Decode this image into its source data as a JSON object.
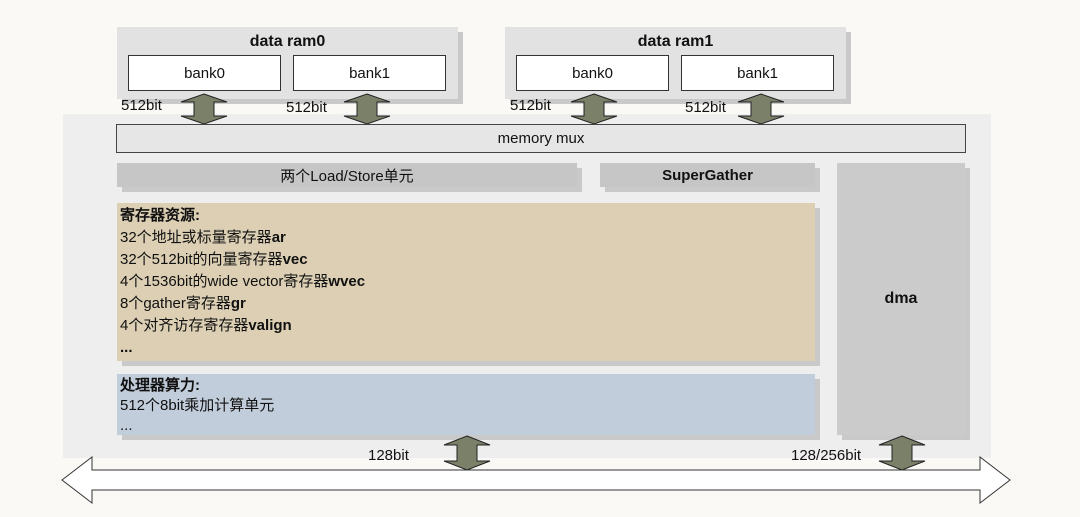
{
  "rams": [
    {
      "title": "data ram0",
      "banks": [
        "bank0",
        "bank1"
      ]
    },
    {
      "title": "data ram1",
      "banks": [
        "bank0",
        "bank1"
      ]
    }
  ],
  "bus_labels": {
    "ram0_left": "512bit",
    "ram0_right": "512bit",
    "ram1_left": "512bit",
    "ram1_right": "512bit",
    "bottom_mid": "128bit",
    "bottom_right": "128/256bit"
  },
  "memory_mux": "memory mux",
  "load_store": "两个Load/Store单元",
  "supergather": "SuperGather",
  "dma": "dma",
  "registers": {
    "title": "寄存器资源:",
    "lines": [
      {
        "text": "32个地址或标量寄存器",
        "bold": "ar"
      },
      {
        "text": "32个512bit的向量寄存器",
        "bold": "vec"
      },
      {
        "text": "4个1536bit的wide vector寄存器",
        "bold": "wvec"
      },
      {
        "text": "8个gather寄存器",
        "bold": "gr"
      },
      {
        "text": "4个对齐访存寄存器",
        "bold": "valign"
      }
    ],
    "ellipsis": "..."
  },
  "compute": {
    "title": "处理器算力:",
    "lines": [
      "512个8bit乘加计算单元",
      "..."
    ]
  },
  "colors": {
    "background": "#fbf9f5",
    "panel": "#eeeeee",
    "ram_box": "#e2e2e2",
    "bar": "#c6c6c6",
    "register_box": "#dccfb4",
    "compute_box": "#c2cddb",
    "arrow_fill": "#7b8169"
  }
}
